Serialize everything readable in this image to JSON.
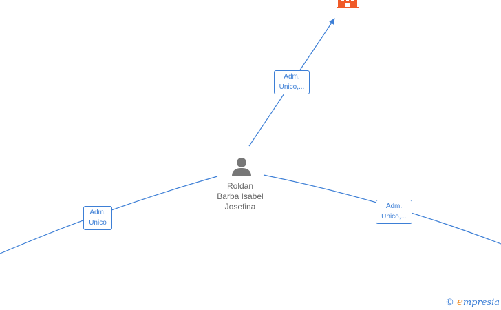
{
  "center_node": {
    "name_line1": "Roldan",
    "name_line2": "Barba Isabel",
    "name_line3": "Josefina",
    "icon": "person-icon"
  },
  "company_node": {
    "icon": "building-icon",
    "color": "#f05a28"
  },
  "edges": [
    {
      "line1": "Adm.",
      "line2": "Unico,..."
    },
    {
      "line1": "Adm.",
      "line2": "Unico"
    },
    {
      "line1": "Adm.",
      "line2": "Unico,..."
    }
  ],
  "colors": {
    "link": "#3d7fd6",
    "person": "#777777"
  },
  "watermark": {
    "copyright": "©",
    "brand_initial": "e",
    "brand_rest": "mpresia"
  }
}
